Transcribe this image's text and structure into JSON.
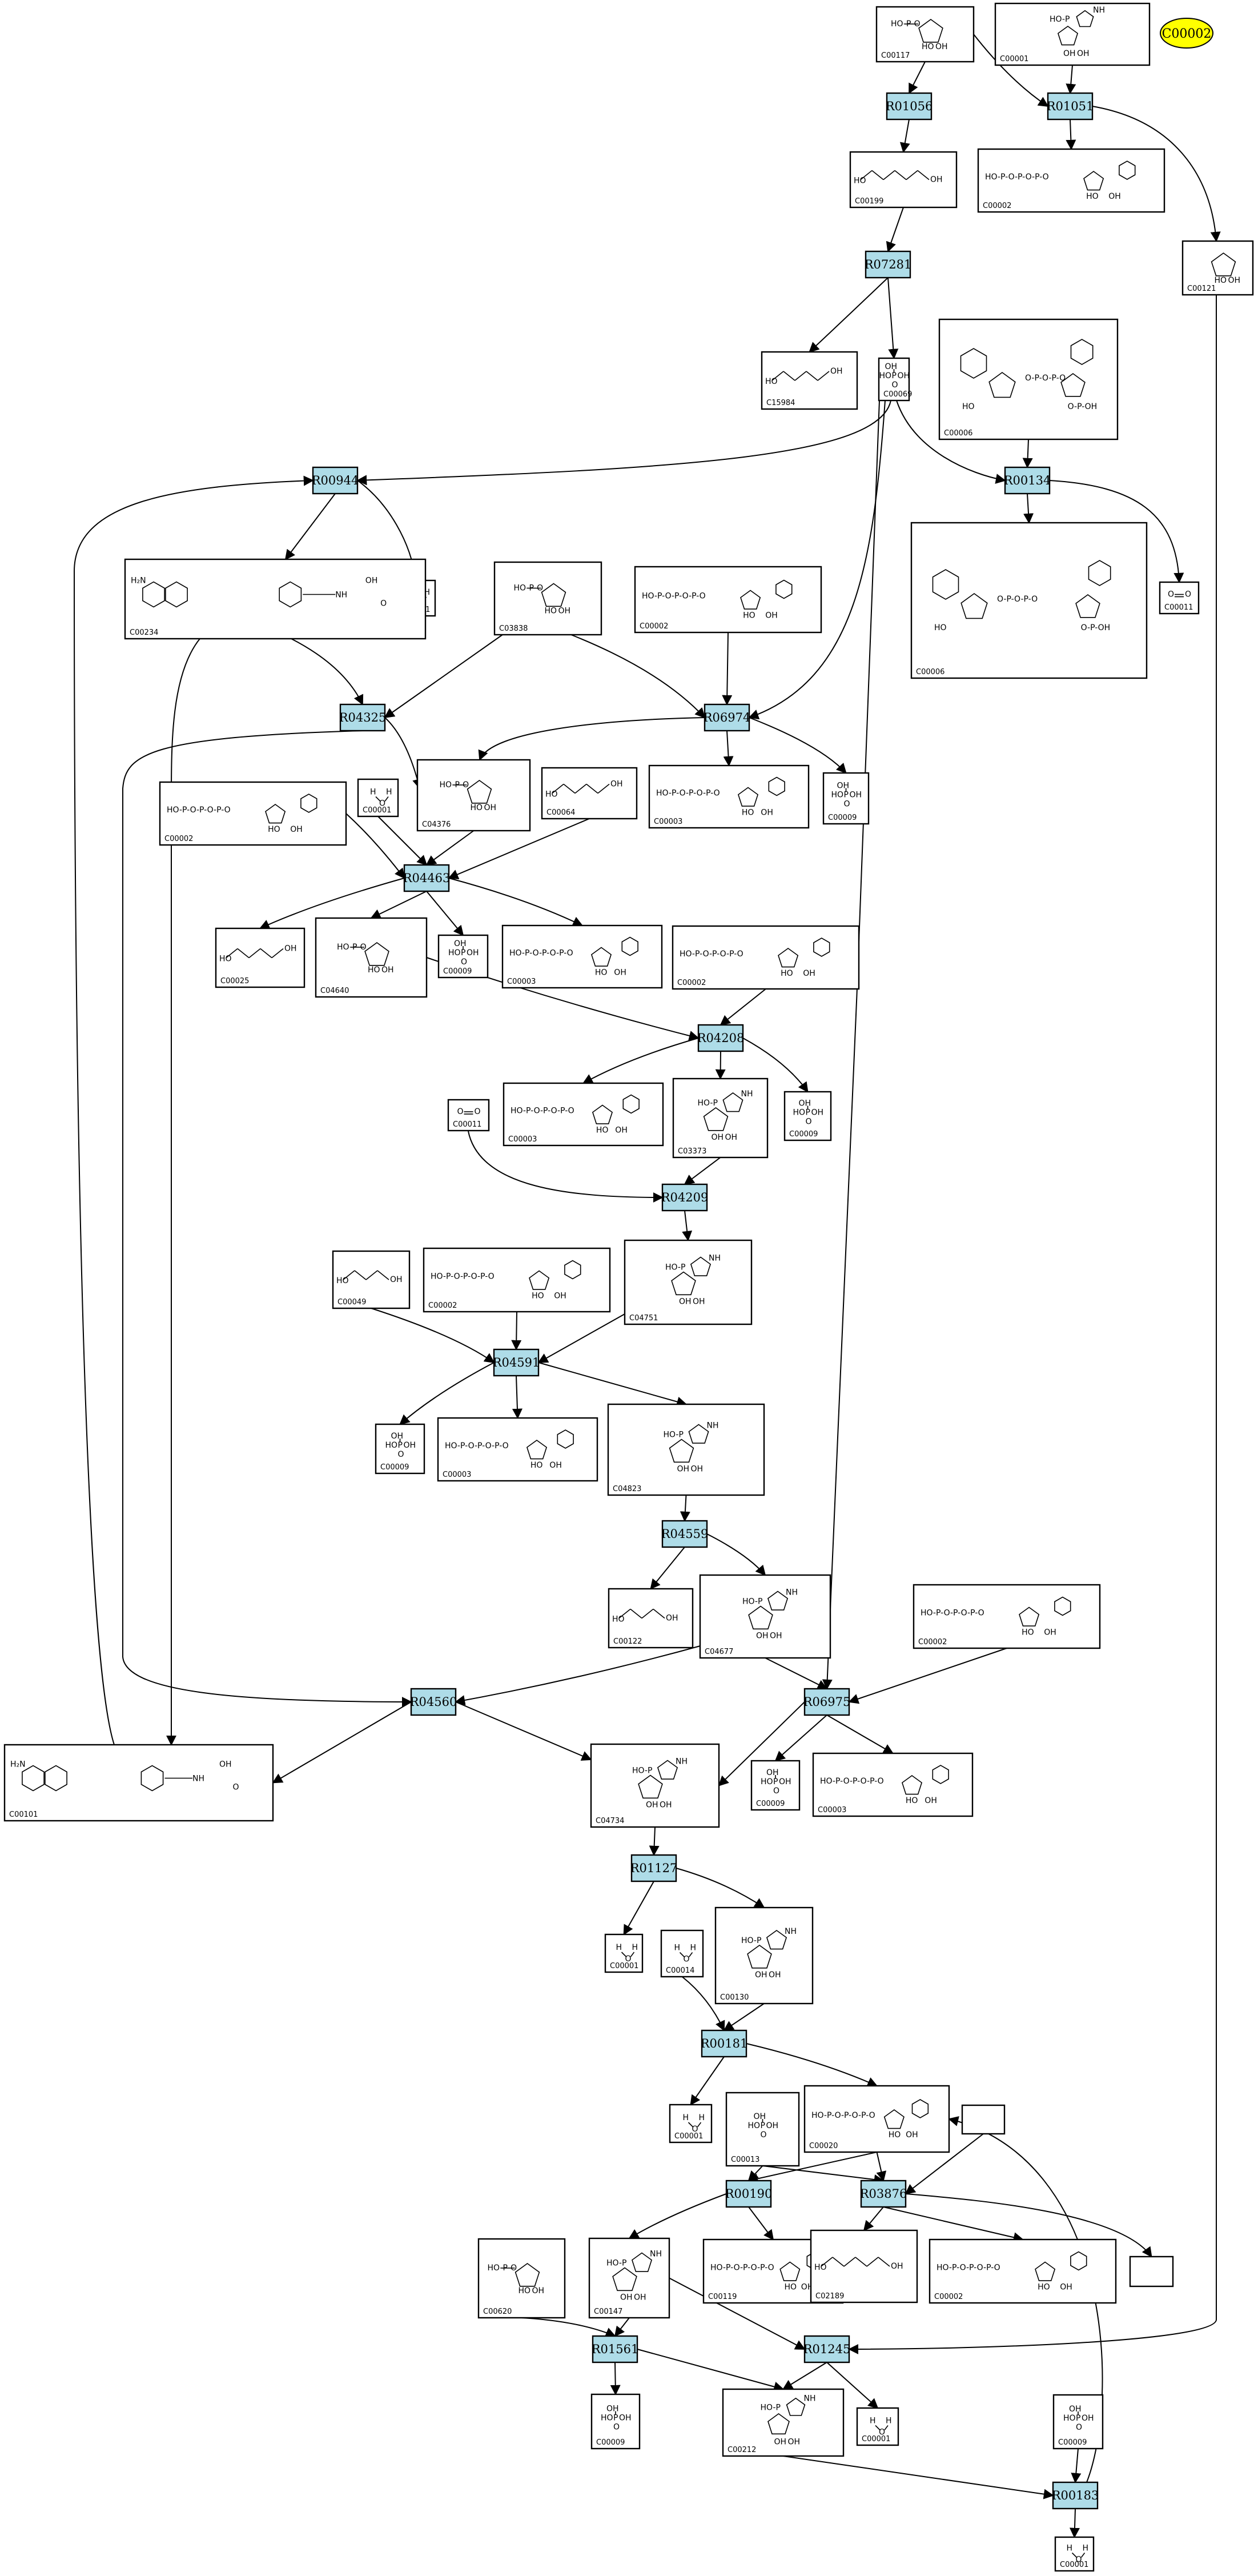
{
  "legend": {
    "label": "C00002",
    "color": "#ffff00"
  },
  "colors": {
    "reaction_fill": "#aedce8",
    "compound_fill": "#ffffff",
    "edge": "#000000"
  },
  "reactions": [
    {
      "id": "R01056",
      "label": "R01056"
    },
    {
      "id": "R01051",
      "label": "R01051"
    },
    {
      "id": "R07281",
      "label": "R07281"
    },
    {
      "id": "R00944",
      "label": "R00944"
    },
    {
      "id": "R00134",
      "label": "R00134"
    },
    {
      "id": "R04325",
      "label": "R04325"
    },
    {
      "id": "R06974",
      "label": "R06974"
    },
    {
      "id": "R04463",
      "label": "R04463"
    },
    {
      "id": "R04208",
      "label": "R04208"
    },
    {
      "id": "R04209",
      "label": "R04209"
    },
    {
      "id": "R04591",
      "label": "R04591"
    },
    {
      "id": "R04559",
      "label": "R04559"
    },
    {
      "id": "R04560",
      "label": "R04560"
    },
    {
      "id": "R06975",
      "label": "R06975"
    },
    {
      "id": "R01127",
      "label": "R01127"
    },
    {
      "id": "R00181",
      "label": "R00181"
    },
    {
      "id": "R00190",
      "label": "R00190"
    },
    {
      "id": "R03876",
      "label": "R03876"
    },
    {
      "id": "R01561",
      "label": "R01561"
    },
    {
      "id": "R01245",
      "label": "R01245"
    },
    {
      "id": "R00183",
      "label": "R00183"
    }
  ],
  "compounds": [
    {
      "id": "c117",
      "label": "C00117",
      "mol": "sugarP"
    },
    {
      "id": "c001a",
      "label": "C00001",
      "mol": "nuc"
    },
    {
      "id": "c199",
      "label": "C00199",
      "mol": "chain"
    },
    {
      "id": "c002a",
      "label": "C00002",
      "mol": "atp"
    },
    {
      "id": "c121",
      "label": "C00121",
      "mol": "sugar"
    },
    {
      "id": "c15984",
      "label": "C15984",
      "mol": "chain"
    },
    {
      "id": "c069",
      "label": "C00069",
      "mol": "small"
    },
    {
      "id": "c006a",
      "label": "C00006",
      "mol": "big"
    },
    {
      "id": "c001b",
      "label": "C00001",
      "mol": "water"
    },
    {
      "id": "c234",
      "label": "C00234",
      "mol": "folate"
    },
    {
      "id": "c3838",
      "label": "C03838",
      "mol": "sugarP"
    },
    {
      "id": "c002b",
      "label": "C00002",
      "mol": "atp"
    },
    {
      "id": "c006b",
      "label": "C00006",
      "mol": "big"
    },
    {
      "id": "c011a",
      "label": "C00011",
      "mol": "co2"
    },
    {
      "id": "c002c",
      "label": "C00002",
      "mol": "atp"
    },
    {
      "id": "c001c",
      "label": "C00001",
      "mol": "water"
    },
    {
      "id": "c4376",
      "label": "C04376",
      "mol": "sugarP"
    },
    {
      "id": "c064",
      "label": "C00064",
      "mol": "chain"
    },
    {
      "id": "c003a",
      "label": "C00003",
      "mol": "atp"
    },
    {
      "id": "c009a",
      "label": "C00009",
      "mol": "pi"
    },
    {
      "id": "c025",
      "label": "C00025",
      "mol": "chain"
    },
    {
      "id": "c4640",
      "label": "C04640",
      "mol": "sugarP"
    },
    {
      "id": "c009b",
      "label": "C00009",
      "mol": "pi"
    },
    {
      "id": "c003b",
      "label": "C00003",
      "mol": "atp"
    },
    {
      "id": "c002d",
      "label": "C00002",
      "mol": "atp"
    },
    {
      "id": "c011b",
      "label": "C00011",
      "mol": "co2"
    },
    {
      "id": "c003c",
      "label": "C00003",
      "mol": "atp"
    },
    {
      "id": "c3373",
      "label": "C03373",
      "mol": "nuc"
    },
    {
      "id": "c009c",
      "label": "C00009",
      "mol": "pi"
    },
    {
      "id": "c049",
      "label": "C00049",
      "mol": "chain"
    },
    {
      "id": "c002e",
      "label": "C00002",
      "mol": "atp"
    },
    {
      "id": "c4751",
      "label": "C04751",
      "mol": "nuc"
    },
    {
      "id": "c009d",
      "label": "C00009",
      "mol": "pi"
    },
    {
      "id": "c003d",
      "label": "C00003",
      "mol": "atp"
    },
    {
      "id": "c4823",
      "label": "C04823",
      "mol": "nuc"
    },
    {
      "id": "c122",
      "label": "C00122",
      "mol": "chain"
    },
    {
      "id": "c4677",
      "label": "C04677",
      "mol": "nuc"
    },
    {
      "id": "c002f",
      "label": "C00002",
      "mol": "atp"
    },
    {
      "id": "c101",
      "label": "C00101",
      "mol": "folate"
    },
    {
      "id": "c4734",
      "label": "C04734",
      "mol": "nuc"
    },
    {
      "id": "c009e",
      "label": "C00009",
      "mol": "pi"
    },
    {
      "id": "c003e",
      "label": "C00003",
      "mol": "atp"
    },
    {
      "id": "c001d",
      "label": "C00001",
      "mol": "water"
    },
    {
      "id": "c014",
      "label": "C00014",
      "mol": "water"
    },
    {
      "id": "c130",
      "label": "C00130",
      "mol": "nuc"
    },
    {
      "id": "c001e",
      "label": "C00001",
      "mol": "water"
    },
    {
      "id": "c013",
      "label": "C00013",
      "mol": "pi"
    },
    {
      "id": "c020",
      "label": "C00020",
      "mol": "atp"
    },
    {
      "id": "cblankA",
      "label": "",
      "mol": "none"
    },
    {
      "id": "cblankB",
      "label": "",
      "mol": "none"
    },
    {
      "id": "c620",
      "label": "C00620",
      "mol": "sugarP"
    },
    {
      "id": "c147",
      "label": "C00147",
      "mol": "nuc"
    },
    {
      "id": "c119",
      "label": "C00119",
      "mol": "atp"
    },
    {
      "id": "c2189",
      "label": "C02189",
      "mol": "chain"
    },
    {
      "id": "c002g",
      "label": "C00002",
      "mol": "atp"
    },
    {
      "id": "c009f",
      "label": "C00009",
      "mol": "pi"
    },
    {
      "id": "c212",
      "label": "C00212",
      "mol": "nuc"
    },
    {
      "id": "c001f",
      "label": "C00001",
      "mol": "water"
    },
    {
      "id": "c009g",
      "label": "C00009",
      "mol": "pi"
    },
    {
      "id": "c001g",
      "label": "C00001",
      "mol": "water"
    }
  ]
}
